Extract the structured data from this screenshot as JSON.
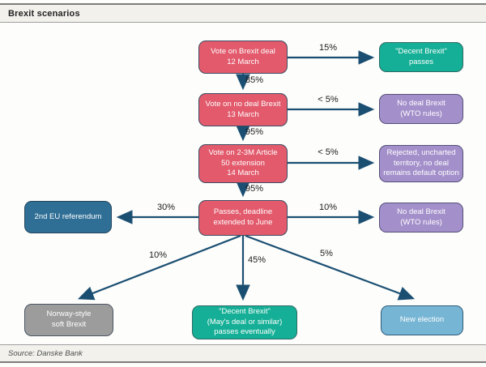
{
  "header": {
    "title": "Brexit scenarios"
  },
  "footer": {
    "source": "Source: Danske Bank"
  },
  "colors": {
    "decision_box": "#e25a6c",
    "decent_brexit_box": "#14af96",
    "no_deal_box": "#a38fca",
    "referendum_box": "#2f6f96",
    "norway_box": "#9c9c9c",
    "election_box": "#77b5d4",
    "arrow": "#1b4f72",
    "bar_background": "#f2f1ec"
  },
  "nodes": {
    "vote_deal": {
      "label": "Vote on Brexit deal\n12 March"
    },
    "decent_brexit_passes": {
      "label": "\"Decent Brexit\" passes"
    },
    "vote_no_deal": {
      "label": "Vote on no deal Brexit\n13 March"
    },
    "no_deal_wto_1": {
      "label": "No deal Brexit\n(WTO rules)"
    },
    "vote_extension": {
      "label": "Vote on 2-3M Article\n50 extension\n14 March"
    },
    "rejected_uncharted": {
      "label": "Rejected, uncharted\nterritory, no deal\nremains default option"
    },
    "passes_extended": {
      "label": "Passes, deadline\nextended to June"
    },
    "second_referendum": {
      "label": "2nd EU referendum"
    },
    "no_deal_wto_2": {
      "label": "No deal Brexit\n(WTO rules)"
    },
    "norway_style": {
      "label": "Norway-style\nsoft Brexit"
    },
    "decent_brexit_eventually": {
      "label": "\"Decent Brexit\"\n(May's deal or similar)\npasses eventually"
    },
    "new_election": {
      "label": "New election"
    }
  },
  "edges": {
    "deal_passes": {
      "label": "15%"
    },
    "deal_fails": {
      "label": "85%"
    },
    "no_deal_passes": {
      "label": "< 5%"
    },
    "no_deal_fails": {
      "label": "95%"
    },
    "extension_fails": {
      "label": "< 5%"
    },
    "extension_passes": {
      "label": "95%"
    },
    "to_referendum": {
      "label": "30%"
    },
    "to_no_deal": {
      "label": "10%"
    },
    "to_norway": {
      "label": "10%"
    },
    "to_decent": {
      "label": "45%"
    },
    "to_election": {
      "label": "5%"
    }
  }
}
